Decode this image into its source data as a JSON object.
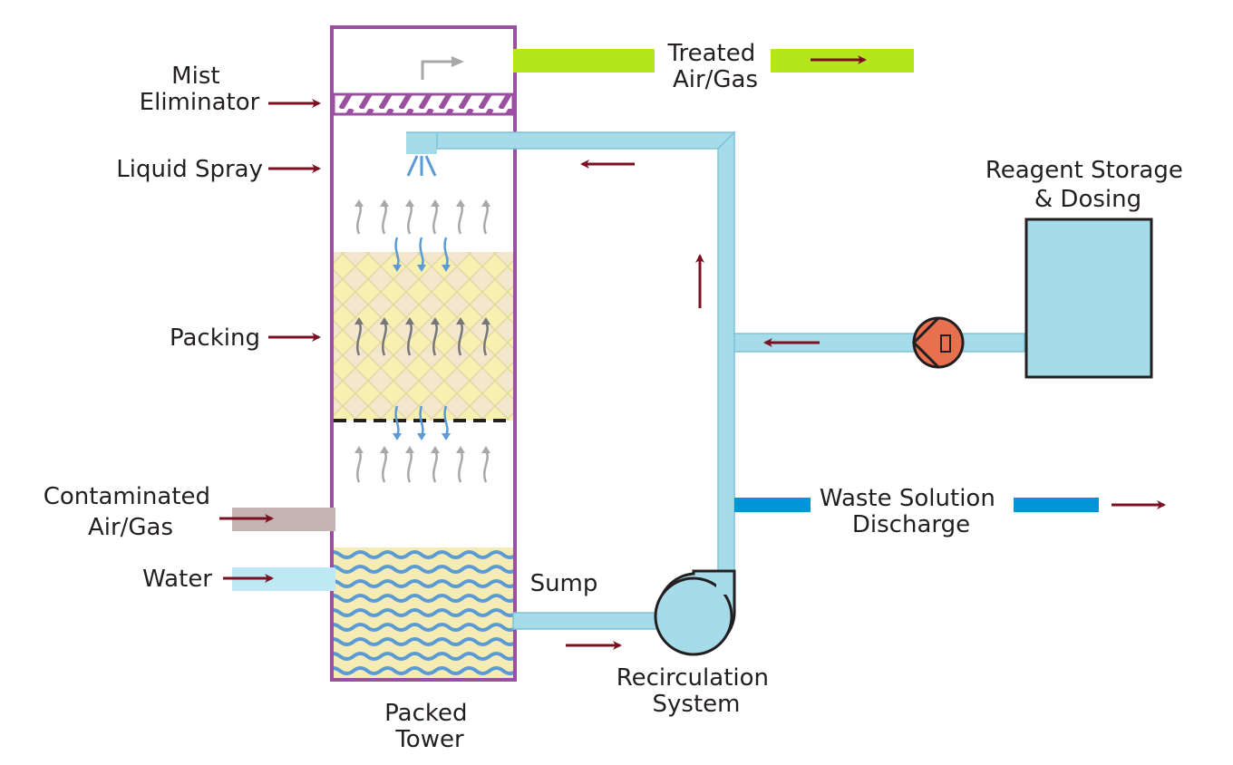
{
  "labels": {
    "mist_eliminator": [
      "Mist",
      "Eliminator"
    ],
    "liquid_spray": "Liquid Spray",
    "packing": "Packing",
    "contaminated": [
      "Contaminated",
      "Air/Gas"
    ],
    "water": "Water",
    "treated": [
      "Treated",
      "Air/Gas"
    ],
    "reagent": [
      "Reagent Storage",
      "& Dosing"
    ],
    "waste": [
      "Waste Solution",
      "Discharge"
    ],
    "sump": "Sump",
    "recirculation": [
      "Recirculation",
      "System"
    ],
    "packed_tower": [
      "Packed",
      "Tower"
    ]
  },
  "colors": {
    "tower_outline": "#9b4f9f",
    "pipe": "#a6dcea",
    "pipe_stroke": "#7ec3d6",
    "arrow": "#7a1021",
    "treated_bar": "#b5e61d",
    "contaminated_bar": "#c4b4b4",
    "water_bar": "#bfe8f5",
    "waste_bar": "#0096d6",
    "pump_small": "#e8704f",
    "packing_fill": "#f2e6c4",
    "vapor_arrow": "#a8a8a8",
    "droplet_arrow": "#5b9bd5"
  }
}
